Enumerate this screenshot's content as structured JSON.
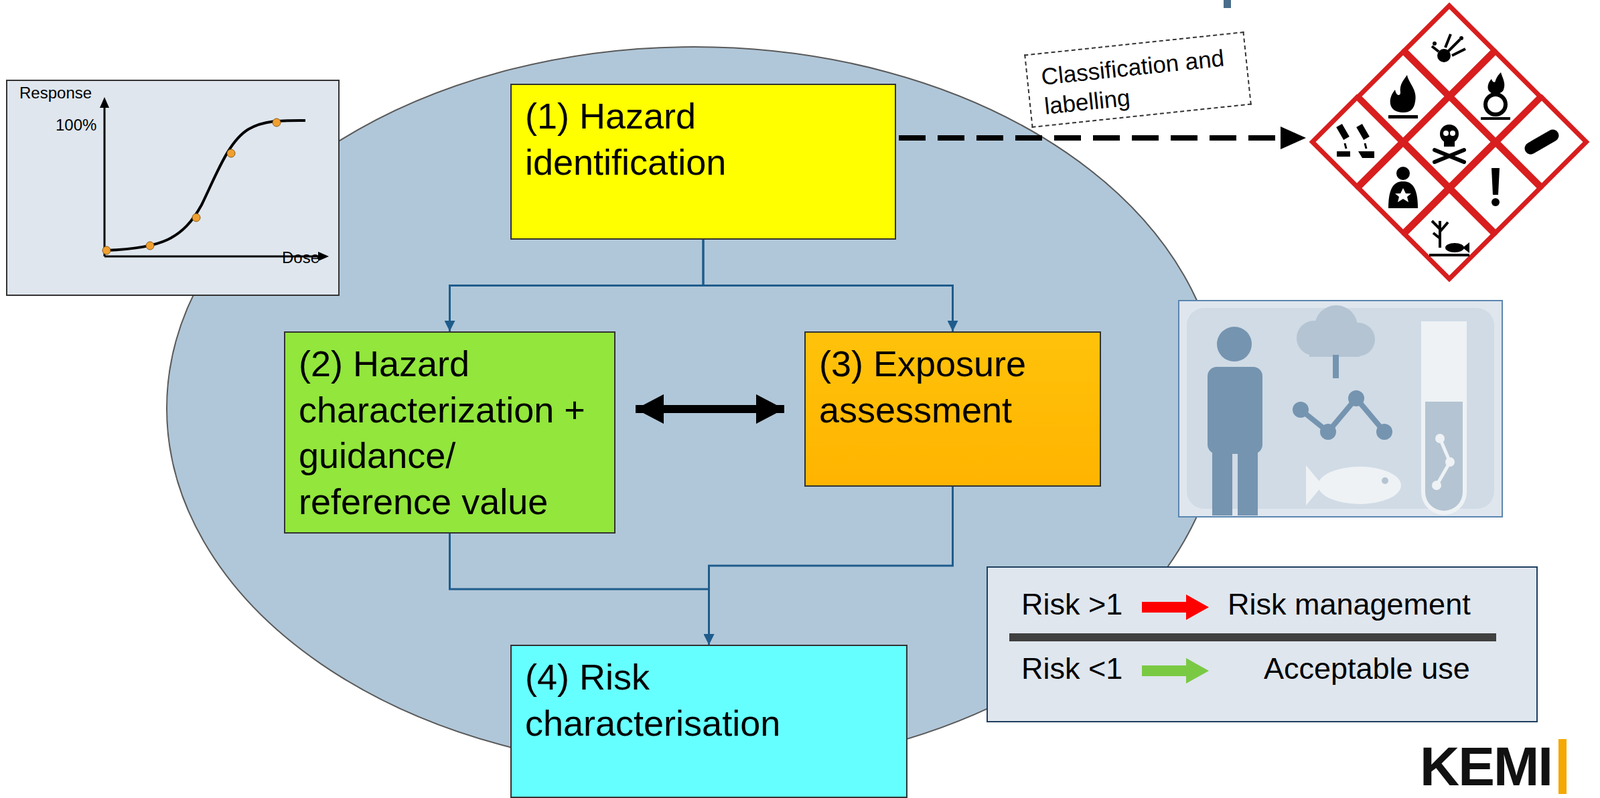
{
  "diagram": {
    "nodes": [
      {
        "text": [
          "Response",
          "100%",
          "Dose"
        ]
      },
      {
        "text": [
          "(1) Hazard identification"
        ]
      },
      {
        "text": [
          "Classification and labelling"
        ]
      },
      {
        "text": [
          "(2) Hazard characterization + guidance/ reference value"
        ]
      },
      {
        "text": [
          "(3) Exposure assessment"
        ]
      },
      {
        "text": [
          "Risk >1",
          "Risk management",
          "Risk <1",
          "Acceptable use"
        ]
      },
      {
        "text": [
          "(4) Risk characterisation"
        ]
      }
    ],
    "edges": [
      {
        "from": 1,
        "to": 3,
        "arrow": "to"
      },
      {
        "from": 1,
        "to": 4,
        "arrow": "to"
      },
      {
        "from": 3,
        "to": 4,
        "arrow": "both"
      },
      {
        "from": 3,
        "to": 6,
        "arrow": "to"
      },
      {
        "from": 4,
        "to": 6,
        "arrow": "to"
      }
    ],
    "labels": [
      "KEMI"
    ]
  }
}
